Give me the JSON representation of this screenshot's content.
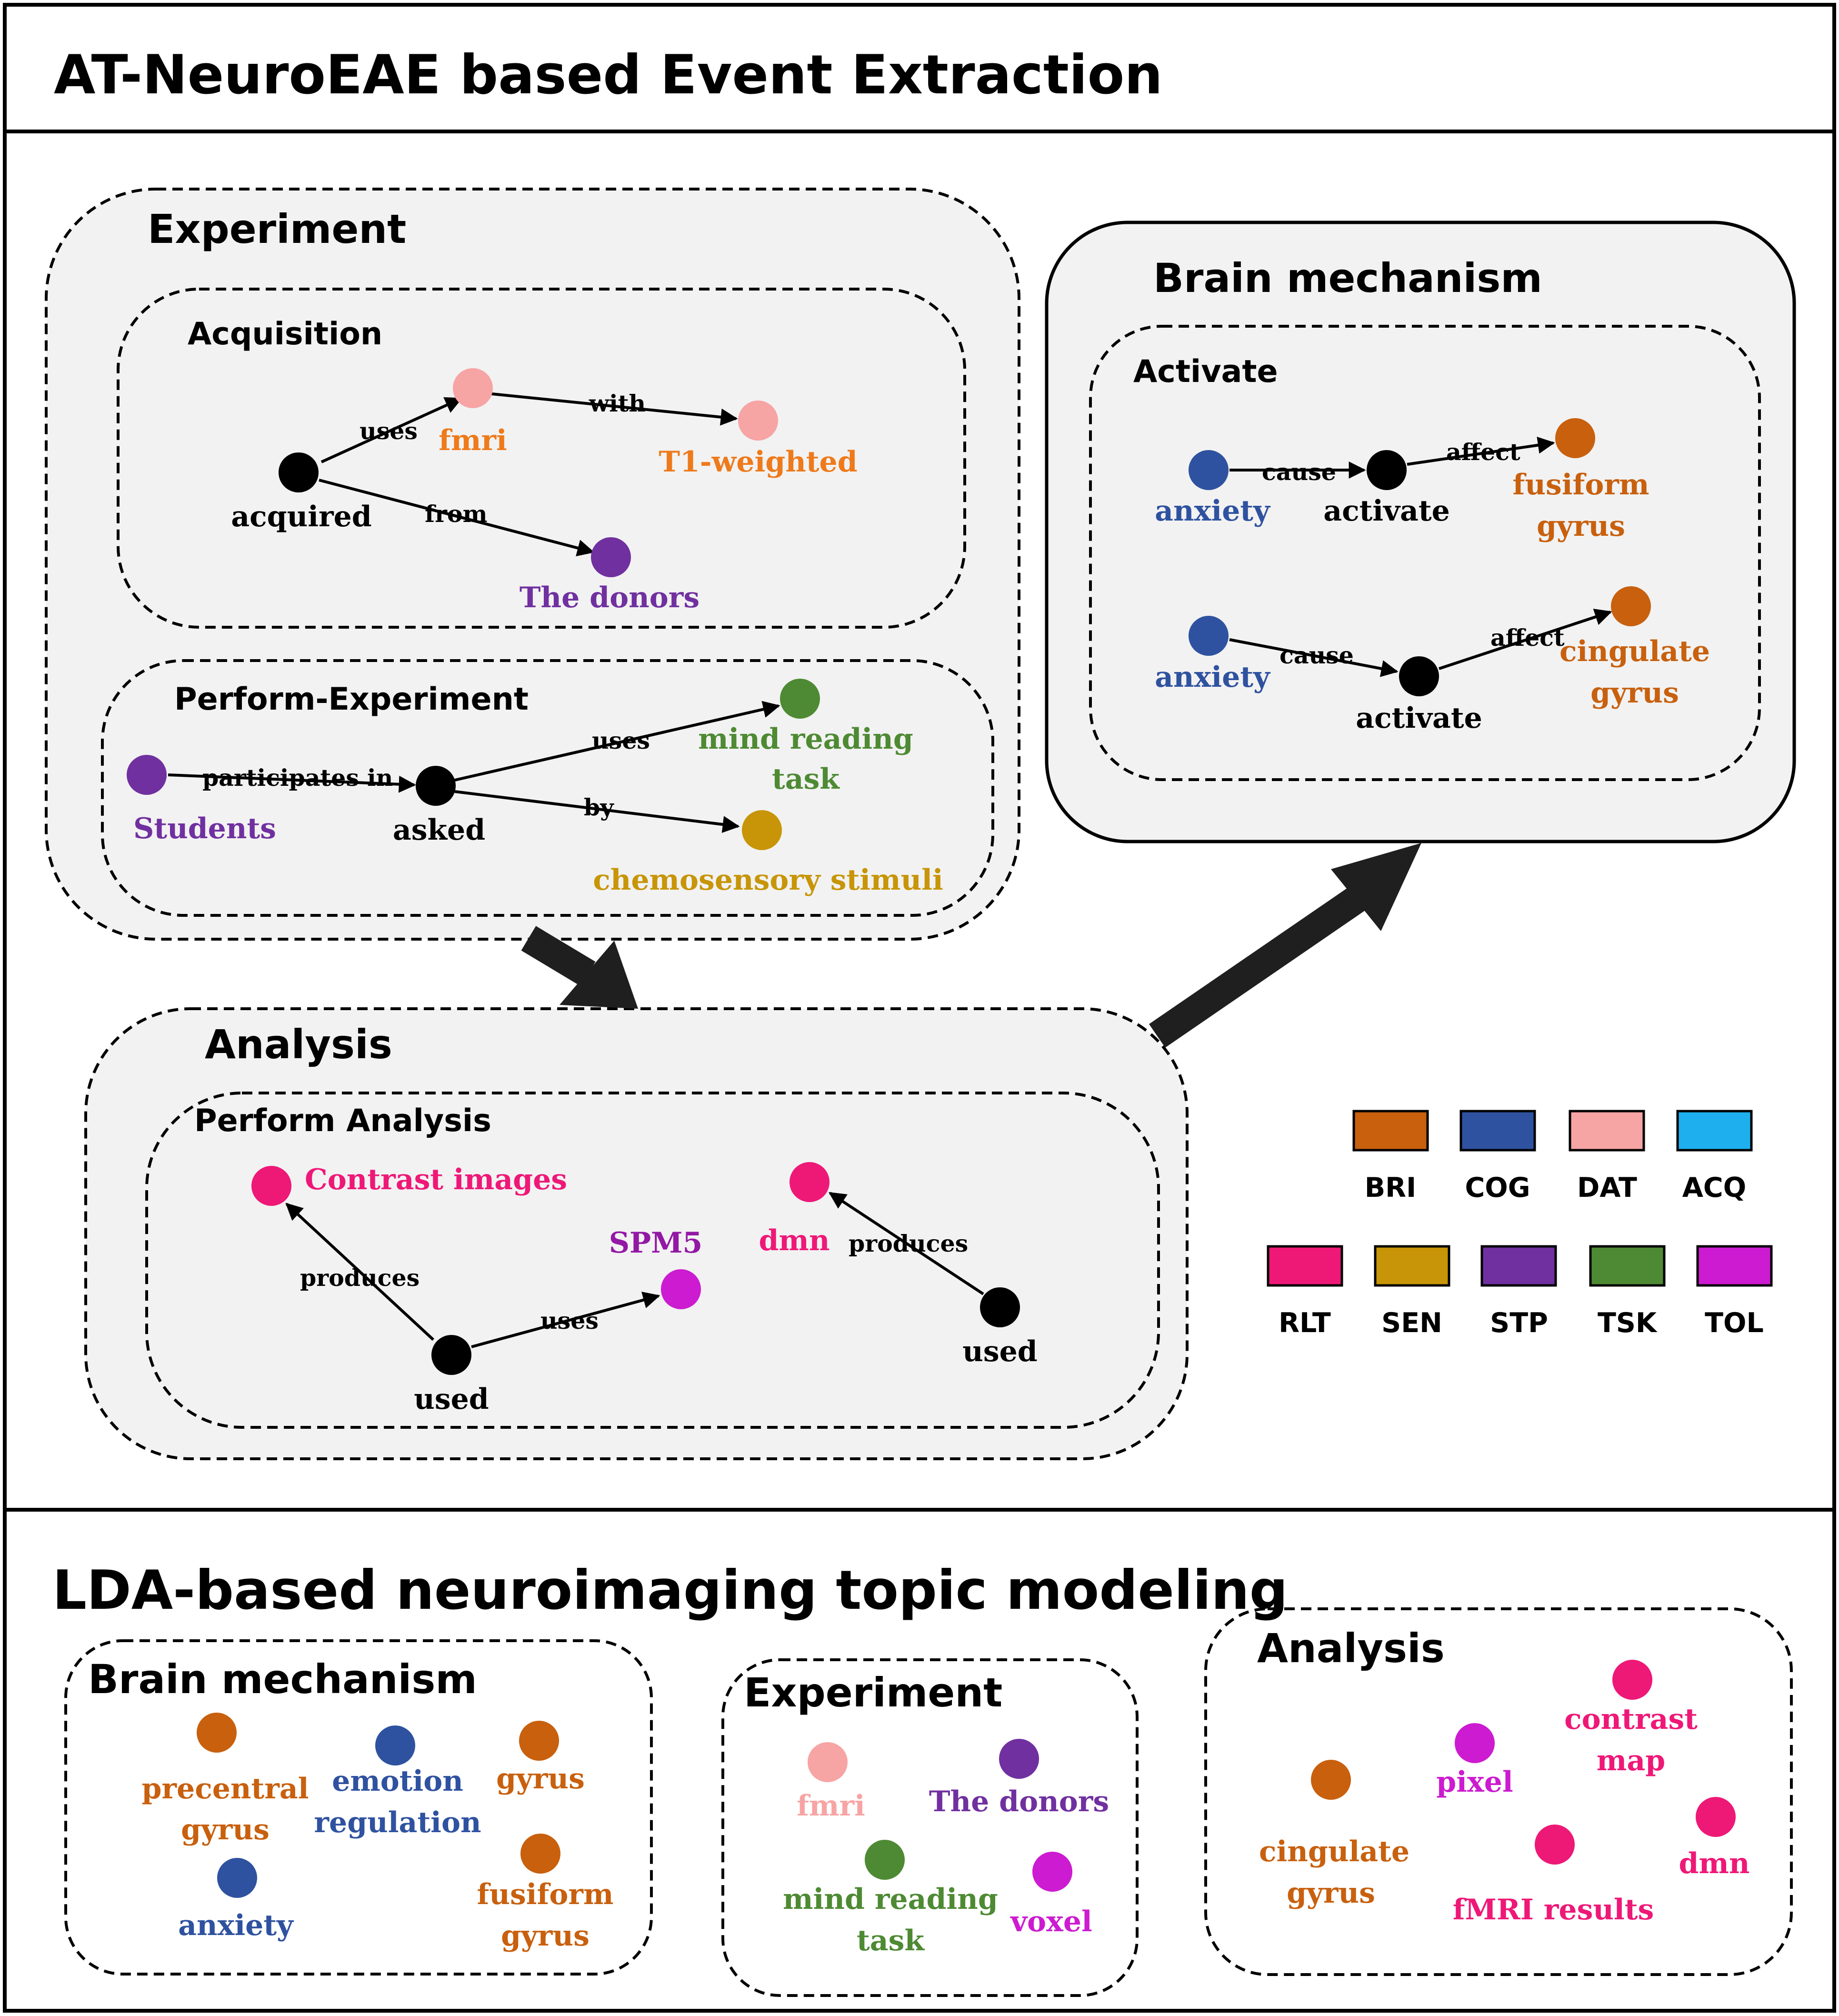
{
  "sections": {
    "top_title": "AT-NeuroEAE based Event Extraction",
    "bottom_title": "LDA-based neuroimaging topic modeling"
  },
  "colors": {
    "BRI": "#c8600e",
    "COG": "#2f52a0",
    "DAT": "#f7a4a4",
    "ACQ": "#1eb0ee",
    "RLT": "#ee1877",
    "SEN": "#c79507",
    "STP": "#7030a0",
    "TSK": "#4e8a33",
    "TOL": "#cc1bd0",
    "TRG": "#000000"
  },
  "experiment": {
    "title": "Experiment",
    "acquisition": {
      "title": "Acquisition",
      "nodes": {
        "acquired": "acquired",
        "fmri": "fmri",
        "t1": "T1-weighted",
        "donors": "The donors"
      },
      "edges": {
        "uses": "uses",
        "with": "with",
        "from": "from"
      }
    },
    "perform": {
      "title": "Perform-Experiment",
      "nodes": {
        "students": "Students",
        "asked": "asked",
        "mind_reading_1": "mind reading",
        "mind_reading_2": "task",
        "chemosensory": "chemosensory stimuli"
      },
      "edges": {
        "participates": "participates in",
        "uses": "uses",
        "by": "by"
      }
    }
  },
  "brain": {
    "title": "Brain mechanism",
    "activate": {
      "title": "Activate",
      "row1": {
        "anxiety": "anxiety",
        "cause": "cause",
        "activate": "activate",
        "affect": "affect",
        "target_1": "fusiform",
        "target_2": "gyrus"
      },
      "row2": {
        "anxiety": "anxiety",
        "cause": "cause",
        "activate": "activate",
        "affect": "affect",
        "target_1": "cingulate",
        "target_2": "gyrus"
      }
    }
  },
  "analysis": {
    "title": "Analysis",
    "perform": {
      "title": "Perform Analysis",
      "nodes": {
        "contrast": "Contrast images",
        "spm5": "SPM5",
        "used_1": "used",
        "dmn": "dmn",
        "used_2": "used"
      },
      "edges": {
        "produces_1": "produces",
        "uses": "uses",
        "produces_2": "produces"
      }
    }
  },
  "legend": [
    "BRI",
    "COG",
    "DAT",
    "ACQ",
    "RLT",
    "SEN",
    "STP",
    "TSK",
    "TOL"
  ],
  "topics": {
    "brain": {
      "title": "Brain mechanism",
      "precentral_1": "precentral",
      "precentral_2": "gyrus",
      "emotion_1": "emotion",
      "emotion_2": "regulation",
      "gyrus": "gyrus",
      "anxiety": "anxiety",
      "fusiform_1": "fusiform",
      "fusiform_2": "gyrus"
    },
    "experiment": {
      "title": "Experiment",
      "fmri": "fmri",
      "donors": "The donors",
      "mind_1": "mind reading",
      "mind_2": "task",
      "voxel": "voxel"
    },
    "analysis": {
      "title": "Analysis",
      "contrast_1": "contrast",
      "contrast_2": "map",
      "pixel": "pixel",
      "cingulate_1": "cingulate",
      "cingulate_2": "gyrus",
      "fmri_results": "fMRI results",
      "dmn": "dmn"
    }
  }
}
